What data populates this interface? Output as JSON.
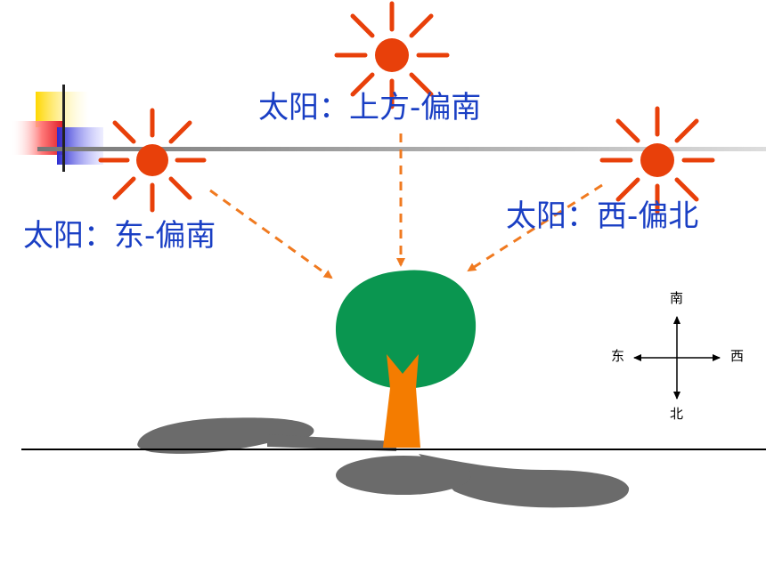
{
  "labels": {
    "sun_left": "太阳：东-偏南",
    "sun_top": "太阳：上方-偏南",
    "sun_right": "太阳：西-偏北"
  },
  "compass": {
    "south": "南",
    "north": "北",
    "east": "东",
    "west": "西"
  },
  "colors": {
    "sun": "#e8400a",
    "ray": "#e8400a",
    "dashed_arrow": "#f07a20",
    "label_text": "#1a3fc4",
    "tree_crown": "#0a9650",
    "tree_trunk": "#f47c00",
    "shadow": "#6b6b6b",
    "ground": "#000000"
  },
  "icons": {
    "sun": "sun-icon",
    "tree": "tree-icon",
    "compass": "compass-icon"
  }
}
